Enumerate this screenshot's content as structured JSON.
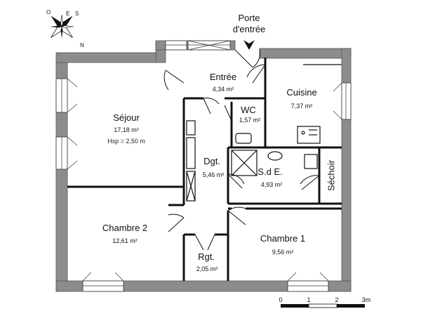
{
  "entrance": {
    "line1": "Porte",
    "line2": "d'entrée"
  },
  "compass": {
    "east": "E",
    "south": "S",
    "west": "O",
    "north": "N"
  },
  "rooms": {
    "sejour": {
      "name": "Séjour",
      "area": "17,18 m²",
      "extra": "Hsp = 2,50 m"
    },
    "entree": {
      "name": "Entrée",
      "area": "4,34 m²"
    },
    "cuisine": {
      "name": "Cuisine",
      "area": "7,37 m²"
    },
    "wc": {
      "name": "WC",
      "area": "1,57 m²"
    },
    "dgt": {
      "name": "Dgt.",
      "area": "5,46 m²"
    },
    "sde": {
      "name": "S.d E.",
      "area": "4,93 m²"
    },
    "sechoir": {
      "name": "Séchoir"
    },
    "chambre2": {
      "name": "Chambre 2",
      "area": "12,61 m²"
    },
    "chambre1": {
      "name": "Chambre 1",
      "area": "9,56 m²"
    },
    "rgt": {
      "name": "Rgt.",
      "area": "2,05 m²"
    }
  },
  "scale": {
    "ticks": [
      "0",
      "1",
      "2",
      "3m"
    ]
  },
  "colors": {
    "wall": "#8c8c8c",
    "wall_edge": "#555555",
    "line": "#111111"
  }
}
